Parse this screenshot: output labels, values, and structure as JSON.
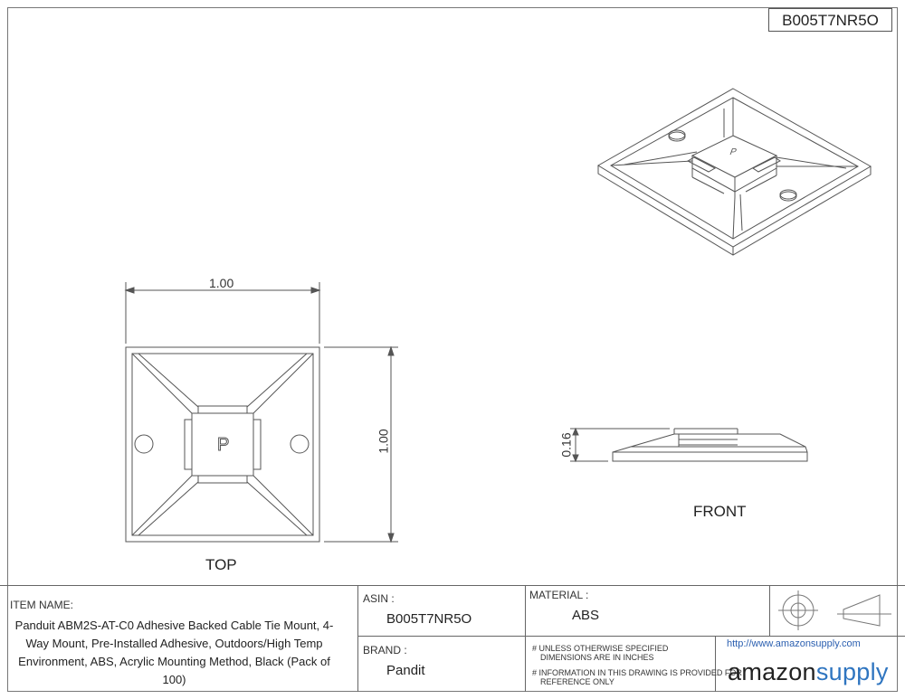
{
  "header": {
    "asin_box": "B005T7NR5O"
  },
  "views": {
    "top": {
      "label": "TOP",
      "width_dim": "1.00",
      "height_dim": "1.00",
      "emboss": "P"
    },
    "front": {
      "label": "FRONT",
      "height_dim": "0.16"
    },
    "iso": {
      "emboss": "P"
    }
  },
  "title_block": {
    "item_name_label": "ITEM NAME:",
    "item_name": "Panduit ABM2S-AT-C0 Adhesive Backed Cable Tie Mount, 4-Way Mount, Pre-Installed Adhesive, Outdoors/High Temp Environment, ABS, Acrylic Mounting Method, Black (Pack of 100)",
    "asin_label": "ASIN :",
    "asin_value": "B005T7NR5O",
    "brand_label": "BRAND :",
    "brand_value": "Pandit",
    "material_label": "MATERIAL :",
    "material_value": "ABS",
    "note1_line1": "# UNLESS OTHERWISE SPECIFIED",
    "note1_line2": "DIMENSIONS ARE IN INCHES",
    "note2_line1": "# INFORMATION IN THIS DRAWING IS PROVIDED FOR",
    "note2_line2": "REFERENCE ONLY",
    "url": "http://www.amazonsupply.com",
    "logo_part1": "amazon",
    "logo_part2": "supply"
  },
  "colors": {
    "line": "#555555",
    "logo_accent": "#2f75c0"
  }
}
